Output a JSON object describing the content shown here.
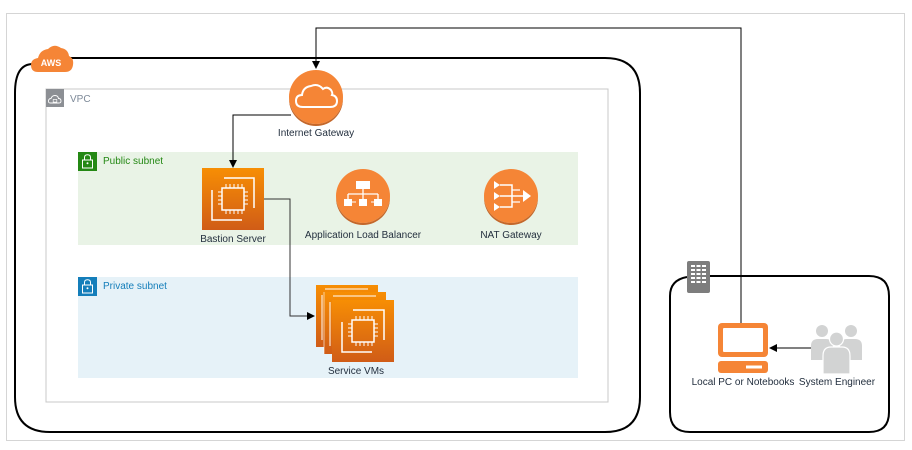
{
  "diagram": {
    "colors": {
      "aws_orange": "#F58536",
      "ec2_orange_top": "#F78E04",
      "ec2_orange_bottom": "#D05C17",
      "public_subnet_fill": "#E9F3E6",
      "public_subnet_accent": "#248814",
      "private_subnet_fill": "#E6F2F8",
      "private_subnet_accent": "#147EBA",
      "vpc_border": "#C8C8C8",
      "users_grey": "#D2D3D3",
      "building_grey": "#7D7D7D"
    },
    "groups": {
      "aws_cloud": {
        "badge": "AWS",
        "icon": "aws-cloud-icon"
      },
      "vpc": {
        "label": "VPC",
        "icon": "vpc-cloud-lock-icon"
      },
      "public_subnet": {
        "label": "Public subnet",
        "icon": "padlock-icon"
      },
      "private_subnet": {
        "label": "Private subnet",
        "icon": "padlock-icon"
      },
      "corporate_data_center": {
        "icon": "building-icon"
      }
    },
    "nodes": {
      "internet_gateway": {
        "label": "Internet Gateway",
        "icon": "internet-gateway-icon"
      },
      "bastion_server": {
        "label": "Bastion Server",
        "icon": "ec2-instance-icon"
      },
      "alb": {
        "label": "Application Load Balancer",
        "icon": "load-balancer-icon"
      },
      "nat_gateway": {
        "label": "NAT Gateway",
        "icon": "nat-gateway-icon"
      },
      "service_vms": {
        "label": "Service VMs",
        "icon": "ec2-instances-icon"
      },
      "local_pc": {
        "label": "Local PC or Notebooks",
        "icon": "desktop-computer-icon"
      },
      "system_engineer": {
        "label": "System Engineer",
        "icon": "users-icon"
      }
    },
    "edges": [
      {
        "from": "local_pc",
        "to": "internet_gateway"
      },
      {
        "from": "internet_gateway",
        "to": "bastion_server"
      },
      {
        "from": "bastion_server",
        "to": "service_vms"
      },
      {
        "from": "system_engineer",
        "to": "local_pc"
      }
    ]
  }
}
